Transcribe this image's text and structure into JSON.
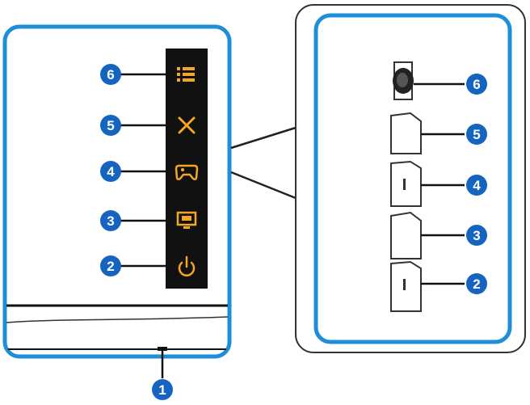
{
  "colors": {
    "frame_blue": "#1e8fd6",
    "badge_blue": "#1565c0",
    "bar_black": "#111111",
    "icon_orange": "#f5a623",
    "outline_gray": "#444444"
  },
  "left_panel": {
    "icons": [
      {
        "callout": "6",
        "icon": "menu-icon"
      },
      {
        "callout": "5",
        "icon": "close-icon"
      },
      {
        "callout": "4",
        "icon": "gamepad-icon"
      },
      {
        "callout": "3",
        "icon": "input-source-icon"
      },
      {
        "callout": "2",
        "icon": "power-icon"
      }
    ],
    "bottom_callout": "1"
  },
  "right_panel": {
    "buttons": [
      {
        "callout": "6",
        "type": "joystick-button"
      },
      {
        "callout": "5",
        "type": "side-button"
      },
      {
        "callout": "4",
        "type": "side-button"
      },
      {
        "callout": "3",
        "type": "side-button"
      },
      {
        "callout": "2",
        "type": "side-button"
      }
    ]
  }
}
